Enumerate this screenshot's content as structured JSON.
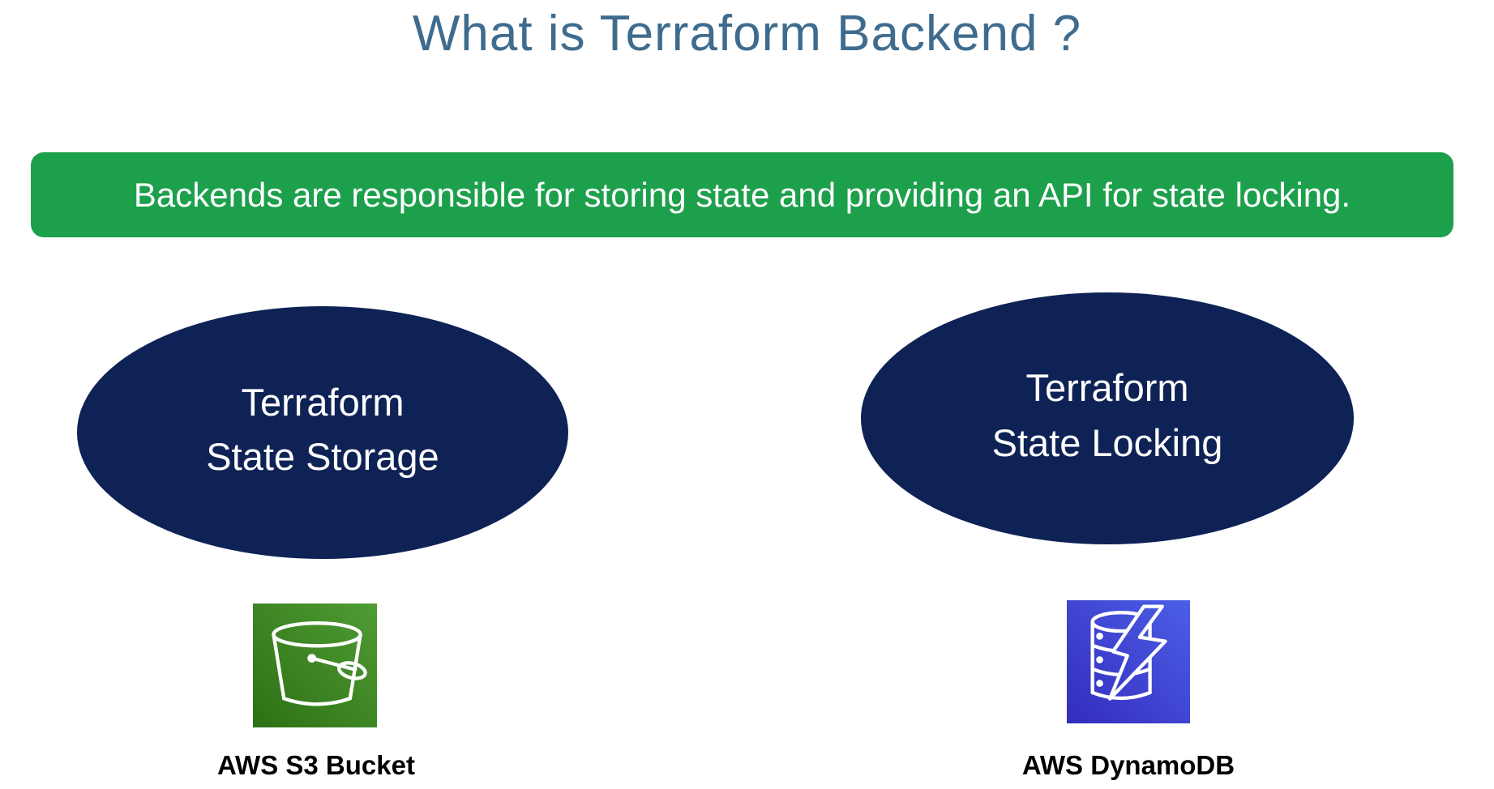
{
  "title": "What is Terraform Backend ?",
  "banner": {
    "text": "Backends are responsible for storing state and providing an API for state locking.",
    "bg_color": "#1DA04C",
    "text_color": "#FFFFFF"
  },
  "nodes": [
    {
      "id": "terraform-state-storage",
      "line1": "Terraform",
      "line2": "State Storage",
      "fill": "#0E2255",
      "text_color": "#FFFFFF"
    },
    {
      "id": "terraform-state-locking",
      "line1": "Terraform",
      "line2": "State Locking",
      "fill": "#0E2255",
      "text_color": "#FFFFFF"
    }
  ],
  "icons": [
    {
      "name": "aws-s3-bucket-icon",
      "label": "AWS S3 Bucket",
      "gradient": [
        "#2D7015",
        "#4F9C33"
      ],
      "glyph": "bucket"
    },
    {
      "name": "aws-dynamodb-icon",
      "label": "AWS DynamoDB",
      "gradient": [
        "#332CBD",
        "#4C5FE6"
      ],
      "glyph": "database-with-lightning-bolt"
    }
  ],
  "colors": {
    "title": "#3F6C8E",
    "background": "#FFFFFF",
    "label_text": "#000000"
  }
}
